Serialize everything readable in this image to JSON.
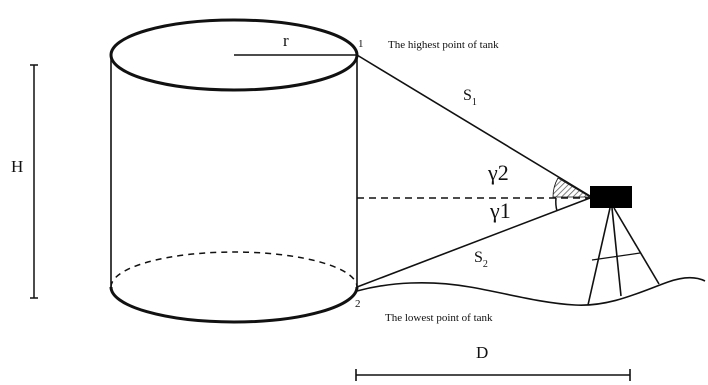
{
  "labels": {
    "height": "H",
    "radius": "r",
    "distance": "D",
    "slant_upper": "S",
    "slant_upper_sub": "1",
    "slant_lower": "S",
    "slant_lower_sub": "2",
    "angle_upper": "γ2",
    "angle_lower": "γ1",
    "point_top_num": "1",
    "point_top_text": "The highest point of tank",
    "point_bottom_num": "2",
    "point_bottom_text": "The lowest point of tank"
  },
  "colors": {
    "stroke": "#111111",
    "instrument": "#000000",
    "hatch": "#555555"
  }
}
